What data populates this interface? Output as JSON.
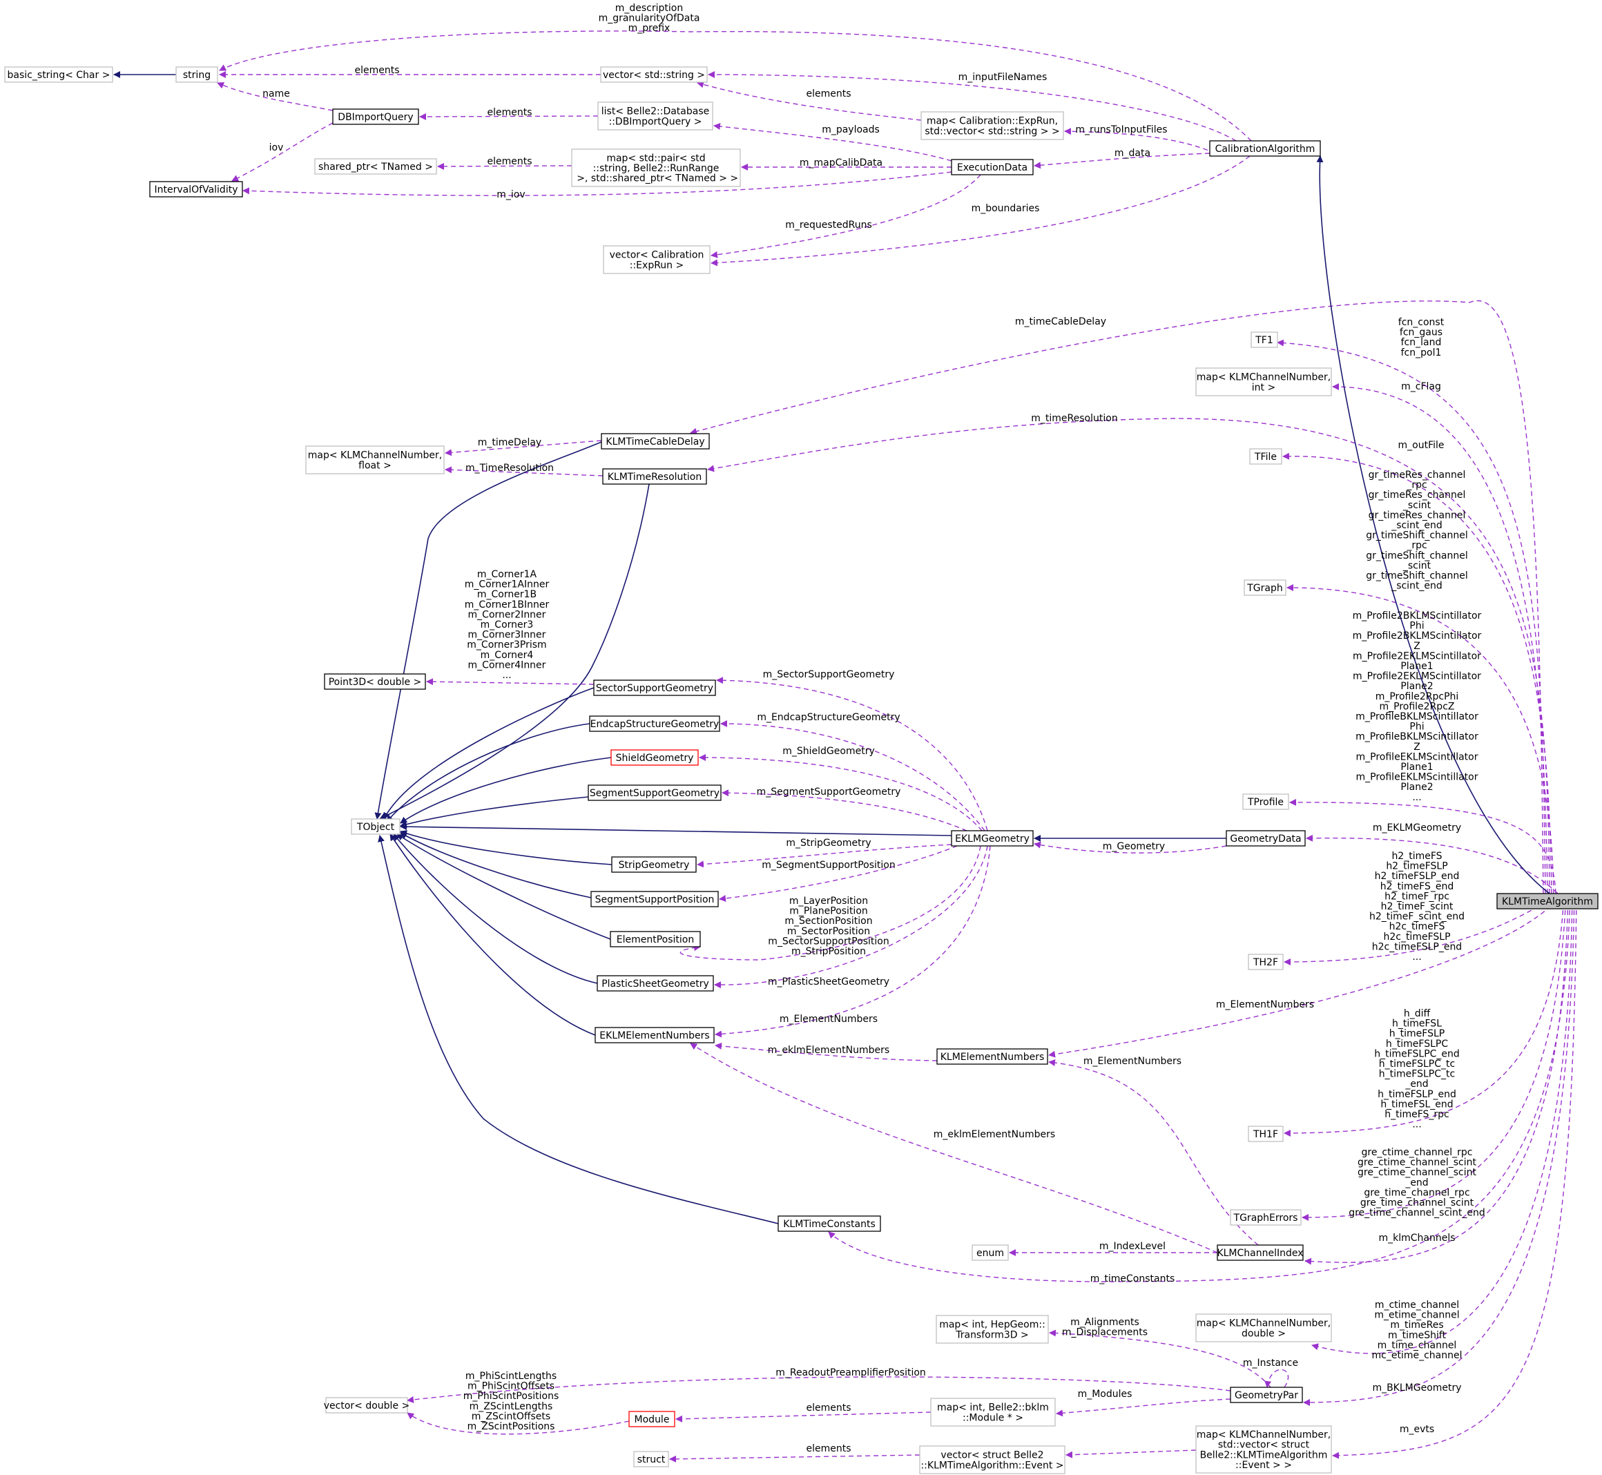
{
  "nodes": {
    "basic_string": {
      "label": [
        "basic_string< Char >"
      ],
      "style": "gray"
    },
    "string": {
      "label": [
        "string"
      ],
      "style": "gray"
    },
    "vector_string": {
      "label": [
        "vector< std::string >"
      ],
      "style": "gray"
    },
    "dbimportquery": {
      "label": [
        "DBImportQuery"
      ],
      "style": "black"
    },
    "list_dbimport": {
      "label": [
        "list< Belle2::Database",
        "::DBImportQuery >"
      ],
      "style": "gray"
    },
    "map_expruns": {
      "label": [
        "map< Calibration::ExpRun,",
        "std::vector< std::string > >"
      ],
      "style": "gray"
    },
    "calibalg": {
      "label": [
        "CalibrationAlgorithm"
      ],
      "style": "black"
    },
    "shared_tnamed": {
      "label": [
        "shared_ptr< TNamed >"
      ],
      "style": "gray"
    },
    "map_pair": {
      "label": [
        "map< std::pair< std",
        "::string, Belle2::RunRange",
        " >, std::shared_ptr< TNamed > >"
      ],
      "style": "gray"
    },
    "executiondata": {
      "label": [
        "ExecutionData"
      ],
      "style": "black"
    },
    "iov": {
      "label": [
        "IntervalOfValidity"
      ],
      "style": "black"
    },
    "vector_exprun": {
      "label": [
        "vector< Calibration",
        "::ExpRun >"
      ],
      "style": "gray"
    },
    "tf1": {
      "label": [
        "TF1"
      ],
      "style": "gray"
    },
    "map_int": {
      "label": [
        "map< KLMChannelNumber,",
        "int >"
      ],
      "style": "gray"
    },
    "tfile": {
      "label": [
        "TFile"
      ],
      "style": "gray"
    },
    "tgraph": {
      "label": [
        "TGraph"
      ],
      "style": "gray"
    },
    "tprofile": {
      "label": [
        "TProfile"
      ],
      "style": "gray"
    },
    "th2f": {
      "label": [
        "TH2F"
      ],
      "style": "gray"
    },
    "th1f": {
      "label": [
        "TH1F"
      ],
      "style": "gray"
    },
    "tgrapherrors": {
      "label": [
        "TGraphErrors"
      ],
      "style": "gray"
    },
    "enum": {
      "label": [
        "enum"
      ],
      "style": "gray"
    },
    "map_double": {
      "label": [
        "map< KLMChannelNumber,",
        "double >"
      ],
      "style": "gray"
    },
    "map_events": {
      "label": [
        "map< KLMChannelNumber,",
        "std::vector< struct",
        "Belle2::KLMTimeAlgorithm",
        "::Event > >"
      ],
      "style": "gray"
    },
    "map_float": {
      "label": [
        "map< KLMChannelNumber,",
        "float >"
      ],
      "style": "gray"
    },
    "cabledelay": {
      "label": [
        "KLMTimeCableDelay"
      ],
      "style": "black"
    },
    "timeres": {
      "label": [
        "KLMTimeResolution"
      ],
      "style": "black"
    },
    "point3d": {
      "label": [
        "Point3D< double >"
      ],
      "style": "black"
    },
    "sectorsupport": {
      "label": [
        "SectorSupportGeometry"
      ],
      "style": "black"
    },
    "endcap": {
      "label": [
        "EndcapStructureGeometry"
      ],
      "style": "black"
    },
    "shield": {
      "label": [
        "ShieldGeometry"
      ],
      "style": "red"
    },
    "segsupgeo": {
      "label": [
        "SegmentSupportGeometry"
      ],
      "style": "black"
    },
    "tobject": {
      "label": [
        "TObject"
      ],
      "style": "gray"
    },
    "eklmgeo": {
      "label": [
        "EKLMGeometry"
      ],
      "style": "black"
    },
    "geodata": {
      "label": [
        "GeometryData"
      ],
      "style": "black"
    },
    "strip": {
      "label": [
        "StripGeometry"
      ],
      "style": "black"
    },
    "segsuppos": {
      "label": [
        "SegmentSupportPosition"
      ],
      "style": "black"
    },
    "elempos": {
      "label": [
        "ElementPosition"
      ],
      "style": "black"
    },
    "plastic": {
      "label": [
        "PlasticSheetGeometry"
      ],
      "style": "black"
    },
    "eklmelem": {
      "label": [
        "EKLMElementNumbers"
      ],
      "style": "black"
    },
    "klmelem": {
      "label": [
        "KLMElementNumbers"
      ],
      "style": "black"
    },
    "timeconst": {
      "label": [
        "KLMTimeConstants"
      ],
      "style": "black"
    },
    "chanindex": {
      "label": [
        "KLMChannelIndex"
      ],
      "style": "black"
    },
    "klmtimealg": {
      "label": [
        "KLMTimeAlgorithm"
      ],
      "style": "focus"
    },
    "map_transform": {
      "label": [
        "map< int, HepGeom::",
        "Transform3D >"
      ],
      "style": "gray"
    },
    "geopar": {
      "label": [
        "GeometryPar"
      ],
      "style": "black"
    },
    "vector_double": {
      "label": [
        "vector< double >"
      ],
      "style": "gray"
    },
    "module": {
      "label": [
        "Module"
      ],
      "style": "red"
    },
    "map_module": {
      "label": [
        "map< int, Belle2::bklm",
        "::Module * >"
      ],
      "style": "gray"
    },
    "struct": {
      "label": [
        "struct"
      ],
      "style": "gray"
    },
    "vector_event": {
      "label": [
        "vector< struct Belle2",
        "::KLMTimeAlgorithm::Event >"
      ],
      "style": "gray"
    }
  },
  "edge_labels": {
    "description": [
      "m_description",
      "m_granularityOfData",
      "m_prefix"
    ],
    "str_elements": [
      "elements"
    ],
    "name": [
      "name"
    ],
    "iov": [
      "iov"
    ],
    "dbq_elements": [
      "elements"
    ],
    "inputfiles": [
      "m_inputFileNames"
    ],
    "vs_elements": [
      "elements"
    ],
    "payloads": [
      "m_payloads"
    ],
    "runsto": [
      "m_runsToInputFiles"
    ],
    "sp_elements": [
      "elements"
    ],
    "mapcalib": [
      "m_mapCalibData"
    ],
    "data": [
      "m_data"
    ],
    "m_iov": [
      "m_iov"
    ],
    "requested": [
      "m_requestedRuns"
    ],
    "boundaries": [
      "m_boundaries"
    ],
    "cabledelay": [
      "m_timeCableDelay"
    ],
    "fcn": [
      "fcn_const",
      "fcn_gaus",
      "fcn_land",
      "fcn_pol1"
    ],
    "cflag": [
      "m_cFlag"
    ],
    "timeresolution": [
      "m_timeResolution"
    ],
    "timedelay": [
      "m_timeDelay"
    ],
    "outfile": [
      "m_outFile"
    ],
    "TimeResolution": [
      "m_TimeResolution"
    ],
    "grtime": [
      "gr_timeRes_channel",
      "_rpc",
      "gr_timeRes_channel",
      "_scint",
      "gr_timeRes_channel",
      "_scint_end",
      "gr_timeShift_channel",
      "_rpc",
      "gr_timeShift_channel",
      "_scint",
      "gr_timeShift_channel",
      "_scint_end"
    ],
    "corners": [
      "m_Corner1A",
      "m_Corner1AInner",
      "m_Corner1B",
      "m_Corner1BInner",
      "m_Corner2Inner",
      "m_Corner3",
      "m_Corner3Inner",
      "m_Corner3Prism",
      "m_Corner4",
      "m_Corner4Inner",
      "..."
    ],
    "profiles": [
      "m_Profile2BKLMScintillator",
      "Phi",
      "m_Profile2BKLMScintillator",
      "Z",
      "m_Profile2EKLMScintillator",
      "Plane1",
      "m_Profile2EKLMScintillator",
      "Plane2",
      "m_Profile2RpcPhi",
      "m_Profile2RpcZ",
      "m_ProfileBKLMScintillator",
      "Phi",
      "m_ProfileBKLMScintillator",
      "Z",
      "m_ProfileEKLMScintillator",
      "Plane1",
      "m_ProfileEKLMScintillator",
      "Plane2",
      "..."
    ],
    "sectorsupport": [
      "m_SectorSupportGeometry"
    ],
    "endcap": [
      "m_EndcapStructureGeometry"
    ],
    "shield": [
      "m_ShieldGeometry"
    ],
    "segsupgeo": [
      "m_SegmentSupportGeometry"
    ],
    "eklmgeometry": [
      "m_EKLMGeometry"
    ],
    "stripgeo": [
      "m_StripGeometry"
    ],
    "geometry": [
      "m_Geometry"
    ],
    "segsuppos": [
      "m_SegmentSupportPosition"
    ],
    "h2": [
      "h2_timeFS",
      "h2_timeFSLP",
      "h2_timeFSLP_end",
      "h2_timeFS_end",
      "h2_timeF_rpc",
      "h2_timeF_scint",
      "h2_timeF_scint_end",
      "h2c_timeFS",
      "h2c_timeFSLP",
      "h2c_timeFSLP_end",
      "..."
    ],
    "positions": [
      "m_LayerPosition",
      "m_PlanePosition",
      "m_SectionPosition",
      "m_SectorPosition",
      "m_SectorSupportPosition",
      "m_StripPosition"
    ],
    "plastic": [
      "m_PlasticSheetGeometry"
    ],
    "elemnum_klm": [
      "m_ElementNumbers"
    ],
    "elemnum_eklm": [
      "m_ElementNumbers"
    ],
    "eklmelemnum": [
      "m_eklmElementNumbers"
    ],
    "elemnum_idx": [
      "m_ElementNumbers"
    ],
    "h1": [
      "h_diff",
      "h_timeFSL",
      "h_timeFSLP",
      "h_timeFSLPC",
      "h_timeFSLPC_end",
      "h_timeFSLPC_tc",
      "h_timeFSLPC_tc",
      "_end",
      "h_timeFSLP_end",
      "h_timeFSL_end",
      "h_timeFS_rpc",
      "..."
    ],
    "eklmelemnum_idx": [
      "m_eklmElementNumbers"
    ],
    "gre": [
      "gre_ctime_channel_rpc",
      "gre_ctime_channel_scint",
      "gre_ctime_channel_scint",
      "_end",
      "gre_time_channel_rpc",
      "gre_time_channel_scint",
      "gre_time_channel_scint_end"
    ],
    "klmchannels": [
      "m_klmChannels"
    ],
    "indexlevel": [
      "m_IndexLevel"
    ],
    "timeconstants": [
      "m_timeConstants"
    ],
    "alignments": [
      "m_Alignments",
      "m_Displacements"
    ],
    "ctime": [
      "m_ctime_channel",
      "m_etime_channel",
      "m_timeRes",
      "m_timeShift",
      "m_time_channel",
      "mc_etime_channel"
    ],
    "instance": [
      "m_Instance"
    ],
    "readout": [
      "m_ReadoutPreamplifierPosition"
    ],
    "scint": [
      "m_PhiScintLengths",
      "m_PhiScintOffsets",
      "m_PhiScintPositions",
      "m_ZScintLengths",
      "m_ZScintOffsets",
      "m_ZScintPositions"
    ],
    "modules": [
      "m_Modules"
    ],
    "bklmgeometry": [
      "m_BKLMGeometry"
    ],
    "mod_elements": [
      "elements"
    ],
    "evts": [
      "m_evts"
    ],
    "ev_elements": [
      "elements"
    ]
  },
  "colors": {
    "inheritance": "#191970",
    "usage": "#9a32cd",
    "gray_border": "#bfbfbf",
    "black_border": "#000000",
    "red_border": "#ff0000",
    "focus_fill": "#bfbfbf"
  }
}
